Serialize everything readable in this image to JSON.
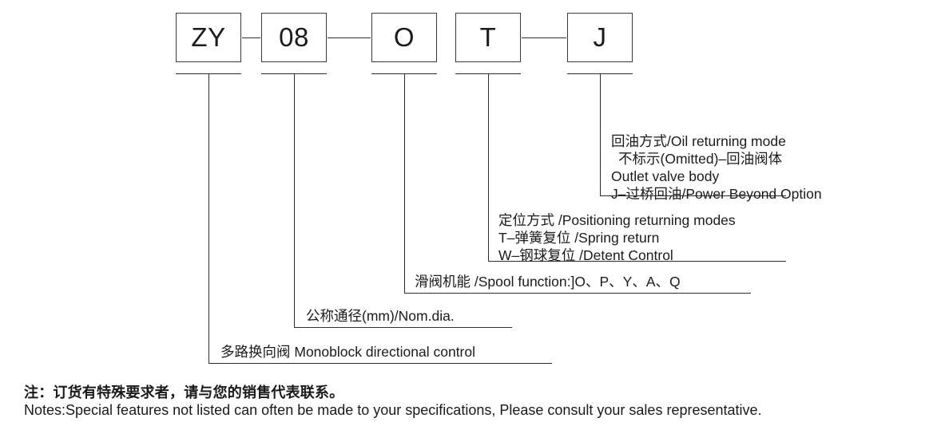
{
  "code_boxes": [
    {
      "id": "series",
      "label": "ZY"
    },
    {
      "id": "nominal-dia",
      "label": "08"
    },
    {
      "id": "spool",
      "label": "O"
    },
    {
      "id": "positioning",
      "label": "T"
    },
    {
      "id": "oil-return",
      "label": "J"
    }
  ],
  "annotations": {
    "oil_return": {
      "name": "oil-returning-mode",
      "lines": [
        "回油方式/Oil returning mode",
        "不标示(Omitted)–回油阀体",
        "Outlet valve body",
        "J–过桥回油/Power Beyond Option"
      ]
    },
    "positioning": {
      "name": "positioning-returning-modes",
      "lines": [
        "定位方式 /Positioning returning modes",
        "T–弹簧复位 /Spring return",
        "W–钢球复位 /Detent Control"
      ]
    },
    "spool": {
      "name": "spool-function",
      "lines": [
        "滑阀机能 /Spool function:]O、P、Y、A、Q"
      ]
    },
    "nominal_dia": {
      "name": "nominal-diameter",
      "lines": [
        "公称通径(mm)/Nom.dia."
      ]
    },
    "series": {
      "name": "monoblock-directional-control",
      "lines": [
        "多路换向阀 Monoblock directional control"
      ]
    }
  },
  "footer": {
    "note_cn": "注：订货有特殊要求者，请与您的销售代表联系。",
    "note_en": "Notes:Special features not listed can often be made to your specifications, Please consult your sales representative."
  },
  "colors": {
    "line": "#2b2b2b",
    "text": "#1b1b1b",
    "background": "#ffffff"
  }
}
